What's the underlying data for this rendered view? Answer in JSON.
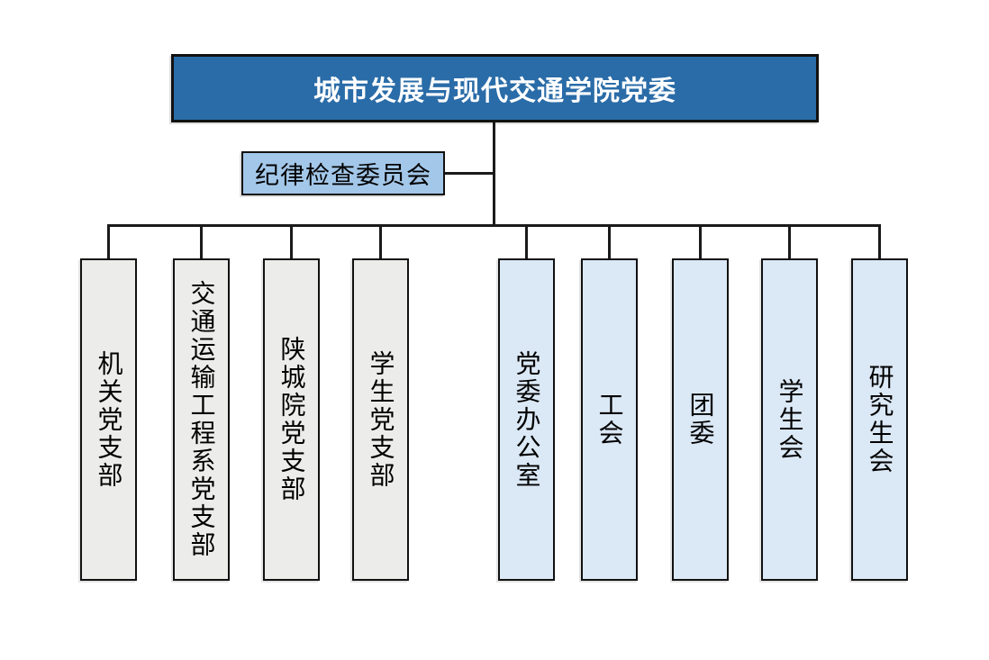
{
  "colors": {
    "root_fill": "#2A6CA8",
    "root_text": "#FFFFFF",
    "committee_fill": "#A3C7E9",
    "gray_fill": "#ECECEA",
    "blue_fill": "#DBE8F5",
    "line": "#1A1A1A",
    "text": "#000000"
  },
  "root": {
    "label": "城市发展与现代交通学院党委"
  },
  "committee": {
    "label": "纪律检查委员会"
  },
  "branches": [
    {
      "label": "机关党支部",
      "group": "gray"
    },
    {
      "label": "交通运输工程系党支部",
      "group": "gray"
    },
    {
      "label": "陕城院党支部",
      "group": "gray"
    },
    {
      "label": "学生党支部",
      "group": "gray"
    },
    {
      "label": "党委办公室",
      "group": "blue"
    },
    {
      "label": "工会",
      "group": "blue"
    },
    {
      "label": "团委",
      "group": "blue"
    },
    {
      "label": "学生会",
      "group": "blue"
    },
    {
      "label": "研究生会",
      "group": "blue"
    }
  ]
}
